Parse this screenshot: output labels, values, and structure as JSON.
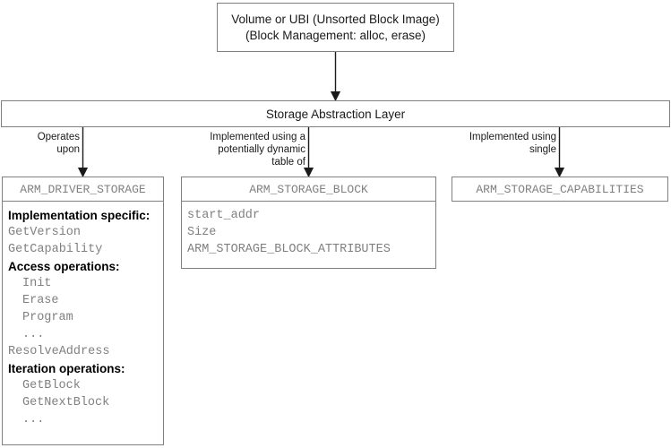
{
  "diagram": {
    "title_box": {
      "lines": [
        "Volume or UBI (Unsorted Block Image)",
        "(Block Management: alloc, erase)"
      ]
    },
    "layer_box": {
      "title": "Storage Abstraction Layer"
    },
    "edge_labels": {
      "operates_upon": "Operates\nupon",
      "implemented_dynamic_table": "Implemented using a\npotentially dynamic\ntable of",
      "implemented_single": "Implemented using\nsingle"
    },
    "driver_box": {
      "header": "ARM_DRIVER_STORAGE",
      "rows": [
        {
          "text": "Implementation specific:",
          "style": "group"
        },
        {
          "text": "GetVersion",
          "style": "code"
        },
        {
          "text": "GetCapability",
          "style": "code"
        },
        {
          "text": "Access operations:",
          "style": "group"
        },
        {
          "text": "Init",
          "style": "code-indent"
        },
        {
          "text": "Erase",
          "style": "code-indent"
        },
        {
          "text": "Program",
          "style": "code-indent"
        },
        {
          "text": "...",
          "style": "code-indent"
        },
        {
          "text": "ResolveAddress",
          "style": "code"
        },
        {
          "text": "Iteration operations:",
          "style": "group"
        },
        {
          "text": "GetBlock",
          "style": "code-indent"
        },
        {
          "text": "GetNextBlock",
          "style": "code-indent"
        },
        {
          "text": "...",
          "style": "code-indent"
        }
      ]
    },
    "block_box": {
      "header": "ARM_STORAGE_BLOCK",
      "rows": [
        {
          "text": "start_addr",
          "style": "code"
        },
        {
          "text": "Size",
          "style": "code"
        },
        {
          "text": "ARM_STORAGE_BLOCK_ATTRIBUTES",
          "style": "code"
        }
      ]
    },
    "capabilities_box": {
      "header": "ARM_STORAGE_CAPABILITIES"
    },
    "colors": {
      "box_border": "#808080",
      "code_text": "#808080",
      "label_text": "#1a1a1a",
      "connector": "#1a1a1a",
      "background": "#ffffff"
    }
  }
}
